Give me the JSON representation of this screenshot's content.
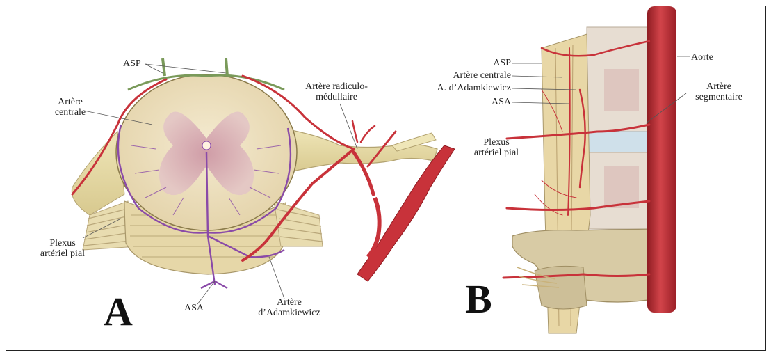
{
  "panel_a": {
    "letter": "A",
    "labels": {
      "asp": "ASP",
      "artere_centrale": [
        "Artère",
        "centrale"
      ],
      "artere_radiculo": [
        "Artère  radiculo-",
        "médullaire"
      ],
      "plexus": [
        "Plexus",
        "artériel pial"
      ],
      "asa": "ASA",
      "adamkiewicz": [
        "Artère",
        "d’Adamkiewicz"
      ]
    }
  },
  "panel_b": {
    "letter": "B",
    "labels": {
      "asp": "ASP",
      "artere_centrale": "Artère centrale",
      "adamkiewicz": "A. d’Adamkiewicz",
      "asa": "ASA",
      "plexus": [
        "Plexus",
        "artériel pial"
      ],
      "aorte": "Aorte",
      "segmentaire": [
        "Artère",
        "segmentaire"
      ]
    }
  },
  "colors": {
    "artery_red": "#c8323a",
    "vein_purple": "#8a4aa8",
    "pia_green": "#7a9a5a",
    "cord_cream": "#efe2c2",
    "grey_matter": "#d9b2b8",
    "nerve_yellow": "#e6dba6",
    "vertebra_beige": "#d8cba5",
    "disc_blue": "#cfe0ea"
  },
  "icons": {
    "cord_section": "spinal-cord-cross-section-illustration",
    "cord_lateral": "spinal-column-lateral-illustration"
  }
}
